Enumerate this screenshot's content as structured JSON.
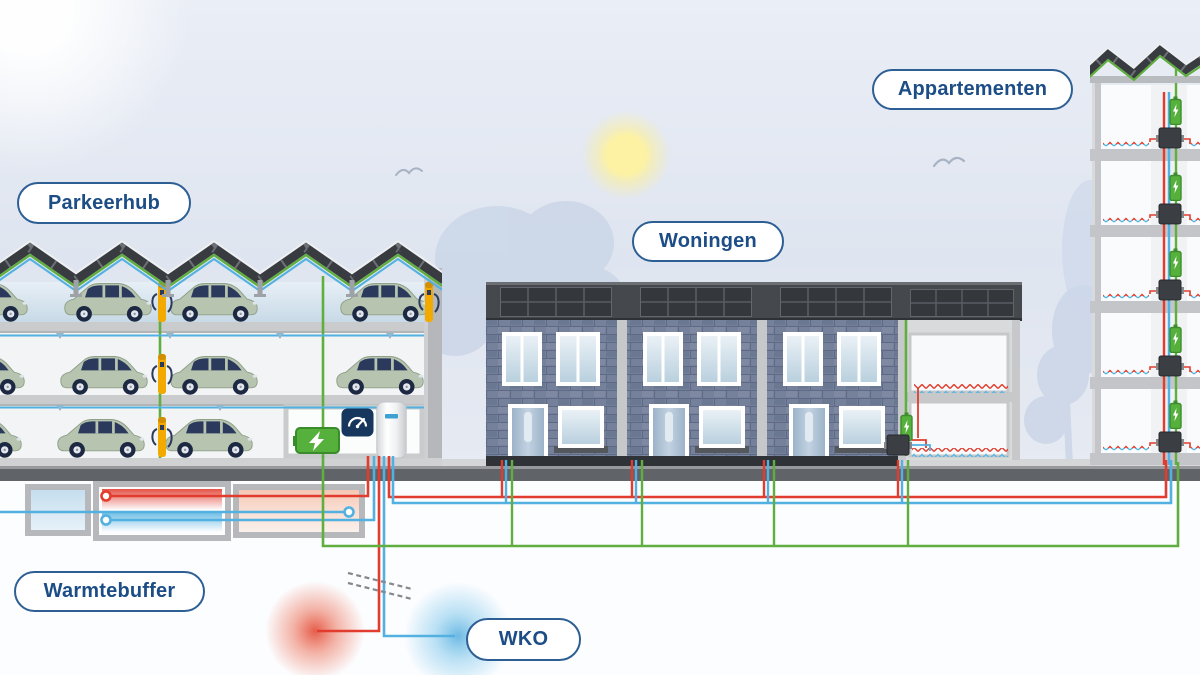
{
  "labels": {
    "parkeerhub": "Parkeerhub",
    "woningen": "Woningen",
    "appartementen": "Appartementen",
    "warmtebuffer": "Warmtebuffer",
    "wko": "WKO"
  },
  "colors": {
    "label_text": "#1c4d86",
    "label_border": "#2e5f94",
    "pipe_red": "#e23c2e",
    "pipe_blue": "#52b1e0",
    "electricity_green": "#5fae3f",
    "battery_green": "#55b03c",
    "charger_yellow": "#f2a900",
    "meter_navy": "#16365e",
    "ground_gray": "#606368",
    "sun_yellow": "#fdf0a0",
    "silhouette_blue": "#ccd7e9",
    "brick_gray_blue": "#75819b",
    "roof_dark": "#45484d",
    "panel_dark": "#34373c",
    "structure_gray": "#c6c8ca",
    "car_body": "#b7c4b0"
  },
  "icons": {
    "battery": "battery-icon",
    "energy_meter": "energy-meter-icon",
    "heat_pump": "heat-pump-unit-icon",
    "ev_charger": "ev-charger-icon",
    "heat_interface_unit": "heat-interface-unit-icon",
    "solar_panels": "solar-panel-array-icon",
    "sun": "sun-icon",
    "bird": "bird-icon",
    "warm_well": "warm-well",
    "cold_well": "cold-well",
    "depth_break": "depth-break-marks"
  }
}
